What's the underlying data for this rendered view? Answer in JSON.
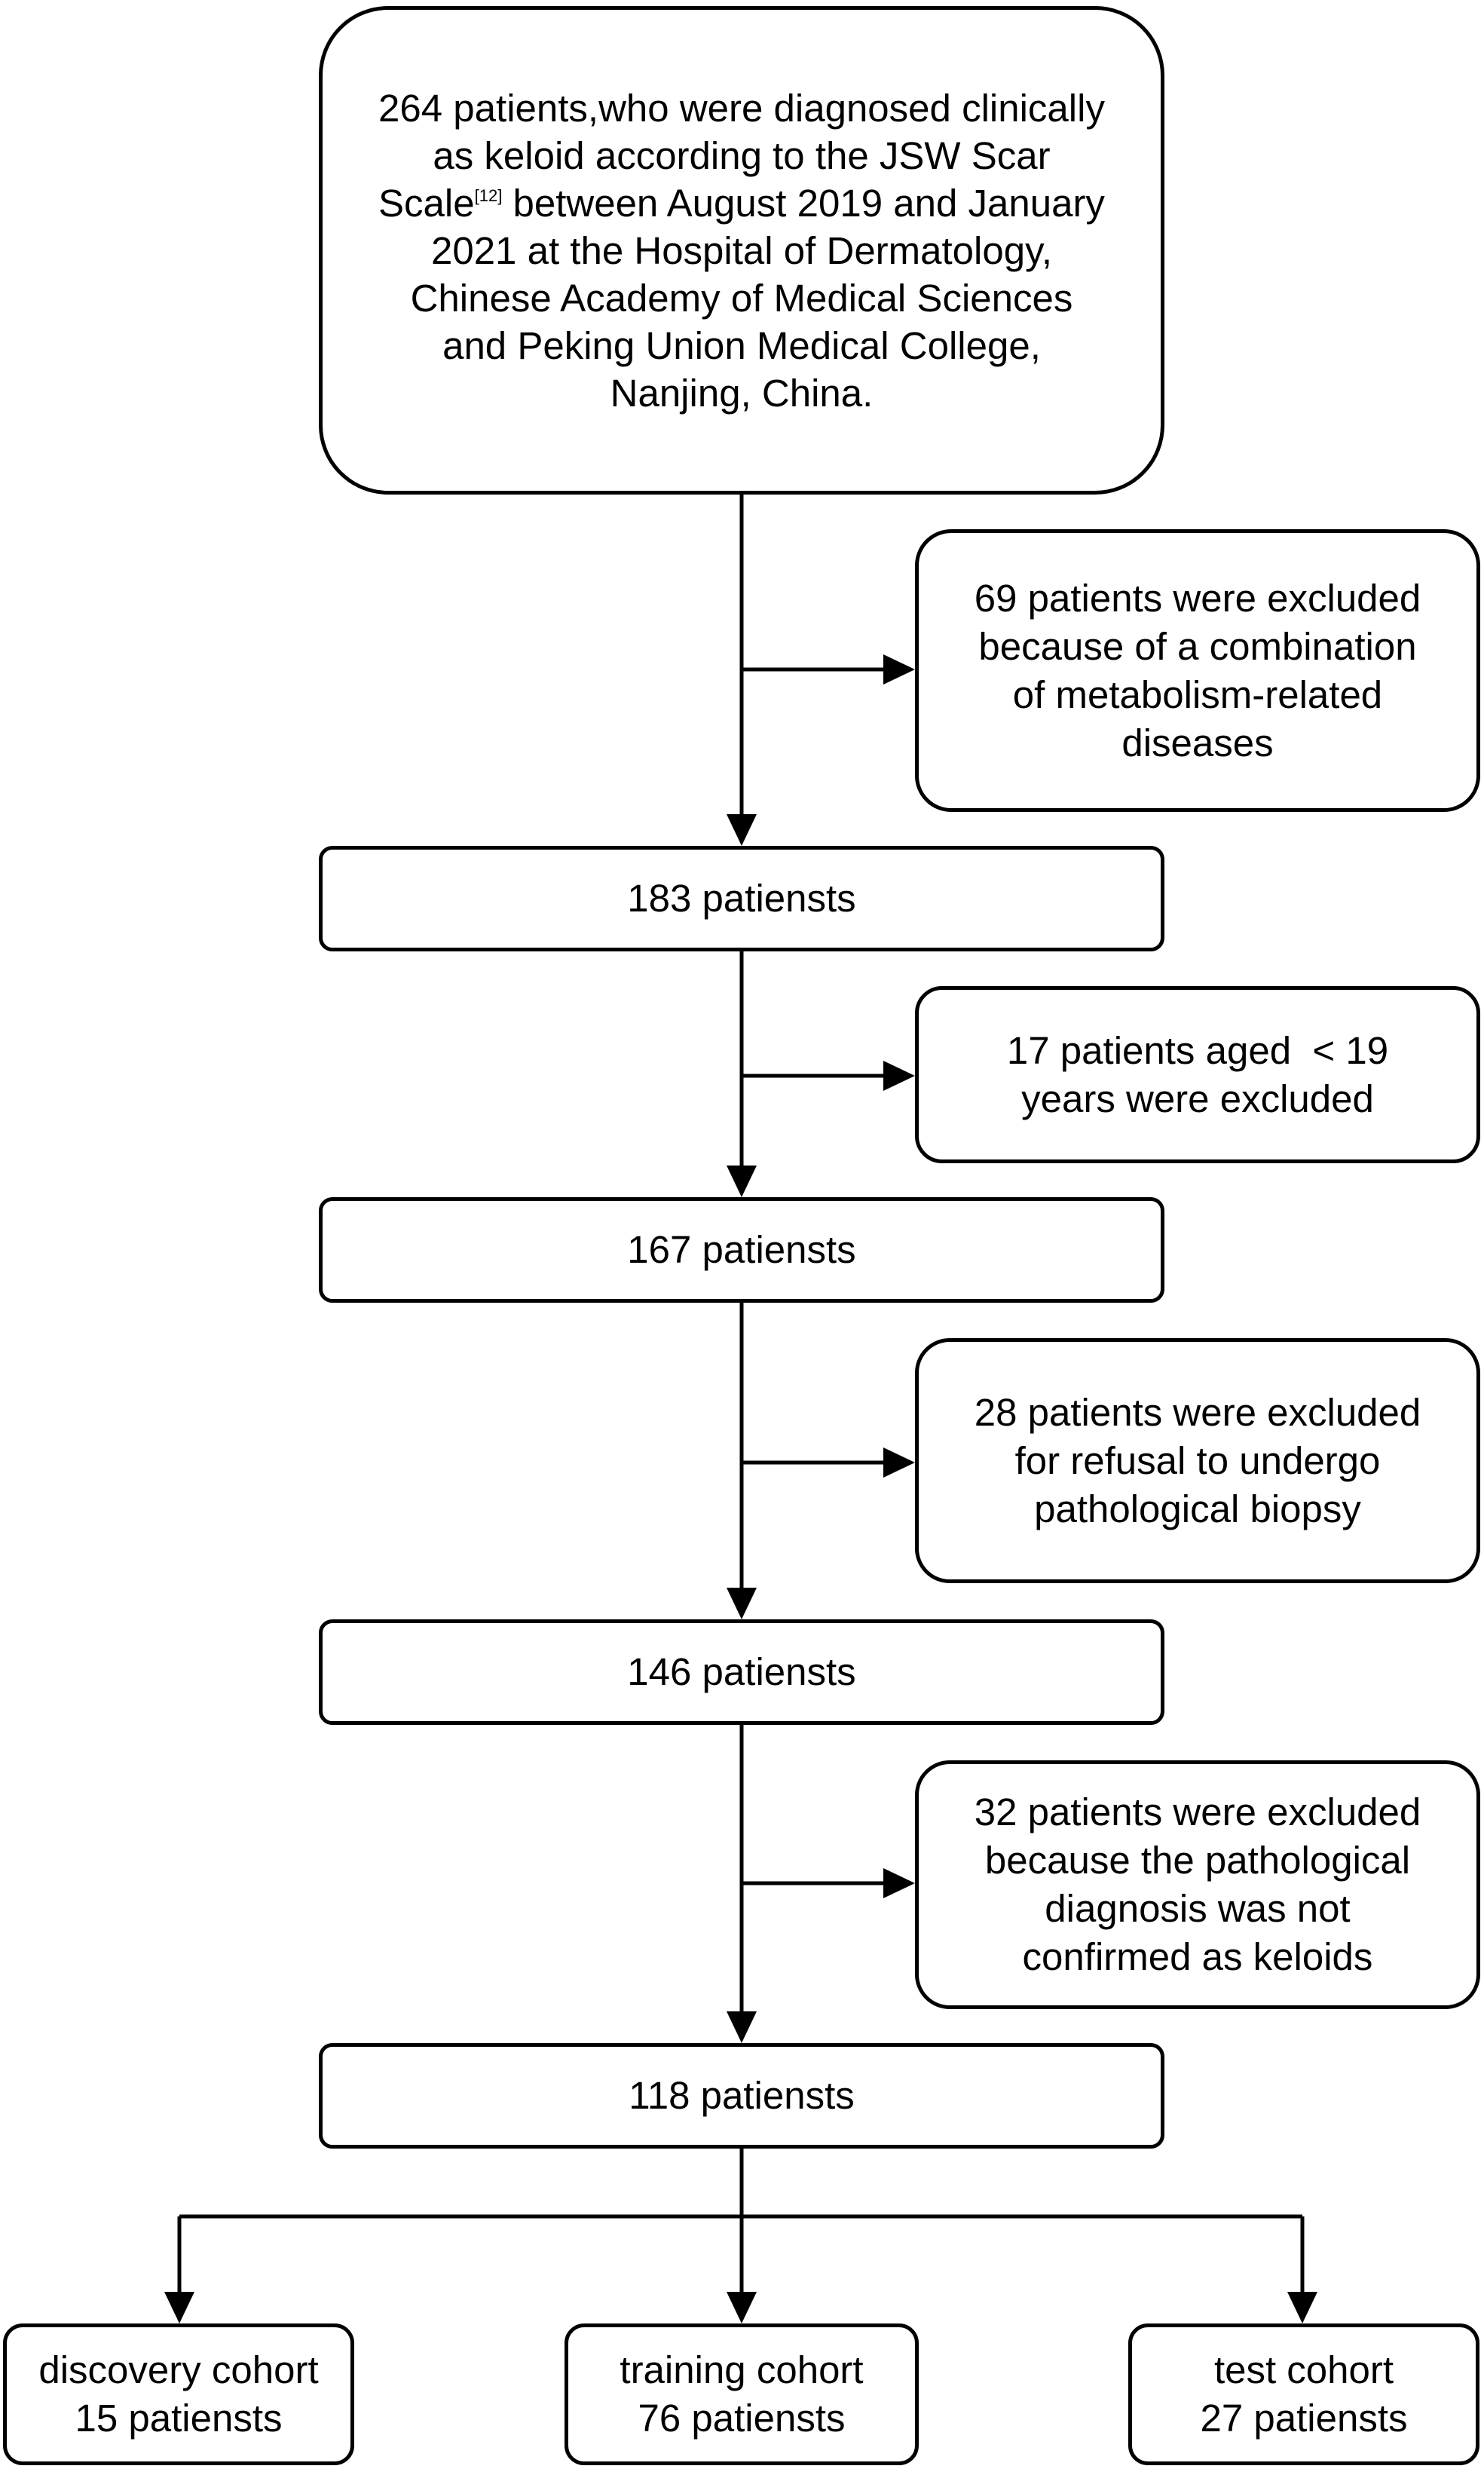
{
  "main_box": {
    "line1": "264 patients,who were diagnosed clinically",
    "line2": "as keloid according to the JSW Scar",
    "line3_pre": "Scale",
    "line3_ref": "[12]",
    "line3_post": " between August 2019 and January",
    "line4": "2021 at the Hospital of Dermatology,",
    "line5": "Chinese Academy of Medical Sciences",
    "line6": "and Peking Union Medical College,",
    "line7": "Nanjing, China."
  },
  "exclusions": [
    {
      "lines": [
        "69 patients were excluded",
        "because of a combination",
        "of metabolism-related",
        "diseases"
      ]
    },
    {
      "lines": [
        "17 patients aged  < 19",
        "years were excluded"
      ]
    },
    {
      "lines": [
        "28 patients were excluded",
        "for refusal to undergo",
        "pathological biopsy"
      ]
    },
    {
      "lines": [
        "32 patients were excluded",
        "because the pathological",
        "diagnosis was not",
        "confirmed as keloids"
      ]
    }
  ],
  "stages": [
    {
      "label": "183 patiensts"
    },
    {
      "label": "167 patiensts"
    },
    {
      "label": "146 patiensts"
    },
    {
      "label": "118 patiensts"
    }
  ],
  "cohorts": [
    {
      "name": "discovery cohort",
      "count": "15 patiensts"
    },
    {
      "name": "training cohort",
      "count": "76 patiensts"
    },
    {
      "name": "test cohort",
      "count": "27 patiensts"
    }
  ],
  "colors": {
    "line": "#000000",
    "box_border": "#000000",
    "background": "#ffffff"
  }
}
